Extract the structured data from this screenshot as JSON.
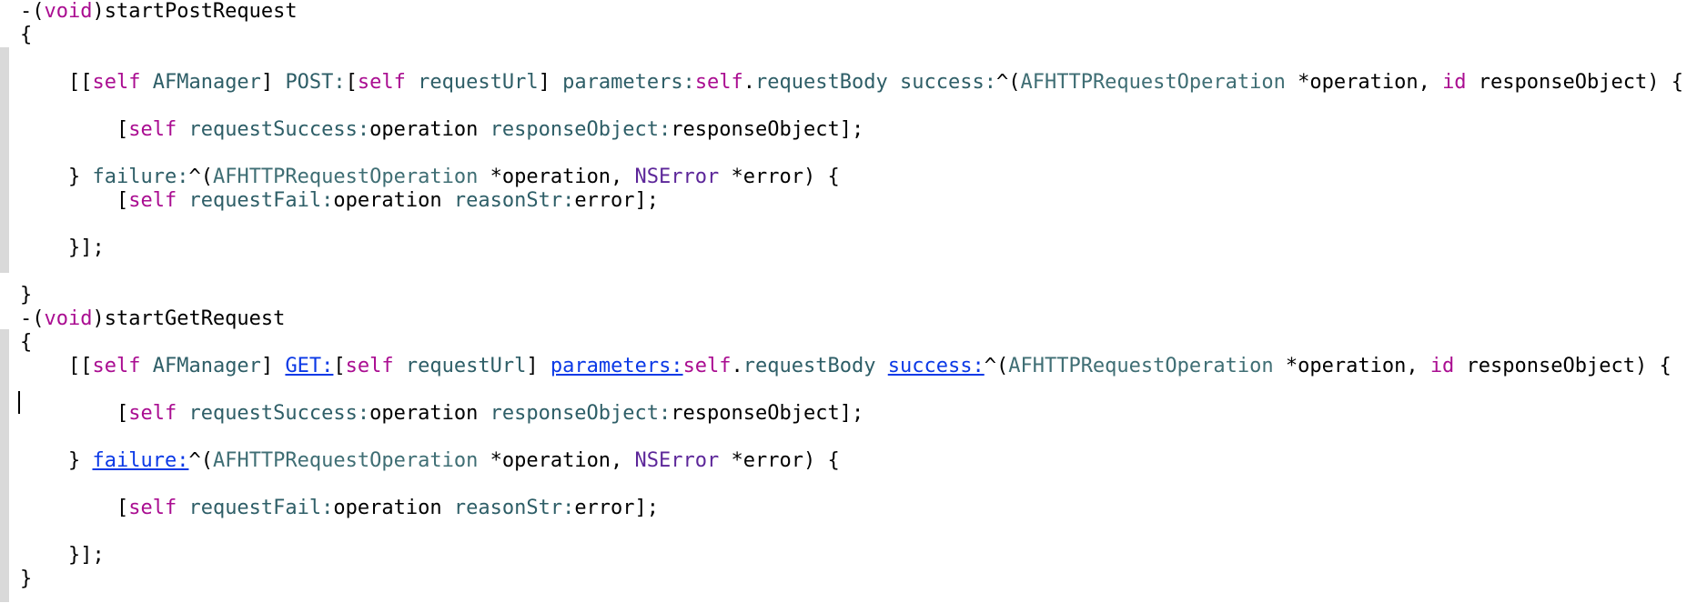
{
  "colors": {
    "keyword": "#aa0d91",
    "type": "#3f6e74",
    "class": "#5c2699",
    "method": "#2e5e67",
    "plain": "#000000",
    "link": "#0b39e6",
    "gutter_fold": "#d9d9d9"
  },
  "lines": [
    [
      [
        "plain",
        "-("
      ],
      [
        "kw",
        "void"
      ],
      [
        "plain",
        ")startPostRequest"
      ]
    ],
    [
      [
        "plain",
        "{"
      ]
    ],
    [
      [
        "plain",
        "    [["
      ],
      [
        "kw",
        "self"
      ],
      [
        "plain",
        " "
      ],
      [
        "meth",
        "AFManager"
      ],
      [
        "plain",
        "] "
      ],
      [
        "meth",
        "POST:"
      ],
      [
        "plain",
        "["
      ],
      [
        "kw",
        "self"
      ],
      [
        "plain",
        " "
      ],
      [
        "meth",
        "requestUrl"
      ],
      [
        "plain",
        "] "
      ],
      [
        "meth",
        "parameters:"
      ],
      [
        "kw",
        "self"
      ],
      [
        "plain",
        "."
      ],
      [
        "meth",
        "requestBody"
      ],
      [
        "plain",
        " "
      ],
      [
        "meth",
        "success:"
      ],
      [
        "plain",
        "^("
      ],
      [
        "type",
        "AFHTTPRequestOperation"
      ],
      [
        "plain",
        " *operation, "
      ],
      [
        "kw",
        "id"
      ],
      [
        "plain",
        " responseObject) {"
      ]
    ],
    [
      [
        "plain",
        "        ["
      ],
      [
        "kw",
        "self"
      ],
      [
        "plain",
        " "
      ],
      [
        "meth",
        "requestSuccess:"
      ],
      [
        "plain",
        "operation "
      ],
      [
        "meth",
        "responseObject:"
      ],
      [
        "plain",
        "responseObject];"
      ]
    ],
    [
      [
        "plain",
        "    } "
      ],
      [
        "meth",
        "failure:"
      ],
      [
        "plain",
        "^("
      ],
      [
        "type",
        "AFHTTPRequestOperation"
      ],
      [
        "plain",
        " *operation, "
      ],
      [
        "class",
        "NSError"
      ],
      [
        "plain",
        " *error) {"
      ]
    ],
    [
      [
        "plain",
        "        ["
      ],
      [
        "kw",
        "self"
      ],
      [
        "plain",
        " "
      ],
      [
        "meth",
        "requestFail:"
      ],
      [
        "plain",
        "operation "
      ],
      [
        "meth",
        "reasonStr:"
      ],
      [
        "plain",
        "error];"
      ]
    ],
    [
      [
        "plain",
        "    }];"
      ]
    ],
    [
      [
        "plain",
        "}"
      ]
    ],
    [
      [
        "plain",
        "-("
      ],
      [
        "kw",
        "void"
      ],
      [
        "plain",
        ")startGetRequest"
      ]
    ],
    [
      [
        "plain",
        "{"
      ]
    ],
    [
      [
        "plain",
        "    [["
      ],
      [
        "kw",
        "self"
      ],
      [
        "plain",
        " "
      ],
      [
        "meth",
        "AFManager"
      ],
      [
        "plain",
        "] "
      ],
      [
        "link",
        "GET:"
      ],
      [
        "plain",
        "["
      ],
      [
        "kw",
        "self"
      ],
      [
        "plain",
        " "
      ],
      [
        "meth",
        "requestUrl"
      ],
      [
        "plain",
        "] "
      ],
      [
        "link",
        "parameters:"
      ],
      [
        "kw",
        "self"
      ],
      [
        "plain",
        "."
      ],
      [
        "meth",
        "requestBody"
      ],
      [
        "plain",
        " "
      ],
      [
        "link",
        "success:"
      ],
      [
        "plain",
        "^("
      ],
      [
        "type",
        "AFHTTPRequestOperation"
      ],
      [
        "plain",
        " *operation, "
      ],
      [
        "kw",
        "id"
      ],
      [
        "plain",
        " responseObject) {"
      ]
    ],
    [
      [
        "plain",
        "        ["
      ],
      [
        "kw",
        "self"
      ],
      [
        "plain",
        " "
      ],
      [
        "meth",
        "requestSuccess:"
      ],
      [
        "plain",
        "operation "
      ],
      [
        "meth",
        "responseObject:"
      ],
      [
        "plain",
        "responseObject];"
      ]
    ],
    [
      [
        "plain",
        "    } "
      ],
      [
        "link",
        "failure:"
      ],
      [
        "plain",
        "^("
      ],
      [
        "type",
        "AFHTTPRequestOperation"
      ],
      [
        "plain",
        " *operation, "
      ],
      [
        "class",
        "NSError"
      ],
      [
        "plain",
        " *error) {"
      ]
    ],
    [
      [
        "plain",
        "        ["
      ],
      [
        "kw",
        "self"
      ],
      [
        "plain",
        " "
      ],
      [
        "meth",
        "requestFail:"
      ],
      [
        "plain",
        "operation "
      ],
      [
        "meth",
        "reasonStr:"
      ],
      [
        "plain",
        "error];"
      ]
    ],
    [
      [
        "plain",
        "    }];"
      ]
    ],
    [
      [
        "plain",
        "}"
      ]
    ]
  ]
}
